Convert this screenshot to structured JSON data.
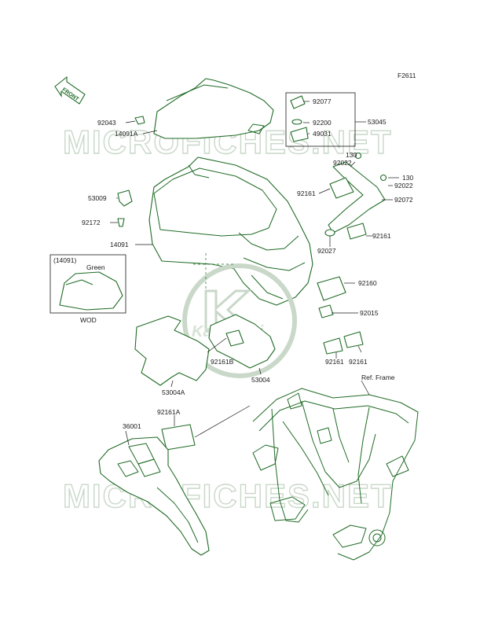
{
  "figure_code": "F2611",
  "front_arrow": "FRONT",
  "watermark_text": "MICROFICHES.NET",
  "logo_text": "Kawasaki",
  "inset": {
    "ref": "(14091)",
    "color_label": "Green",
    "caption": "WOD"
  },
  "ref_frame": "Ref. Frame",
  "labels": [
    {
      "key": "l92043",
      "text": "92043"
    },
    {
      "key": "l14091a",
      "text": "14091A"
    },
    {
      "key": "l92077",
      "text": "92077"
    },
    {
      "key": "l92200",
      "text": "92200"
    },
    {
      "key": "l49031",
      "text": "49031"
    },
    {
      "key": "l53045",
      "text": "53045"
    },
    {
      "key": "l130a",
      "text": "130"
    },
    {
      "key": "l92022a",
      "text": "92022"
    },
    {
      "key": "l130b",
      "text": "130"
    },
    {
      "key": "l92022b",
      "text": "92022"
    },
    {
      "key": "l92161a",
      "text": "92161"
    },
    {
      "key": "l92072",
      "text": "92072"
    },
    {
      "key": "l53009",
      "text": "53009"
    },
    {
      "key": "l92172",
      "text": "92172"
    },
    {
      "key": "l92161b",
      "text": "92161"
    },
    {
      "key": "l14091",
      "text": "14091"
    },
    {
      "key": "l92027",
      "text": "92027"
    },
    {
      "key": "l92160",
      "text": "92160"
    },
    {
      "key": "l92015",
      "text": "92015"
    },
    {
      "key": "l92161B",
      "text": "92161B"
    },
    {
      "key": "l53004a",
      "text": "53004A"
    },
    {
      "key": "l53004",
      "text": "53004"
    },
    {
      "key": "l92161c",
      "text": "92161"
    },
    {
      "key": "l92161d",
      "text": "92161"
    },
    {
      "key": "l92161A",
      "text": "92161A"
    },
    {
      "key": "l36001",
      "text": "36001"
    }
  ]
}
